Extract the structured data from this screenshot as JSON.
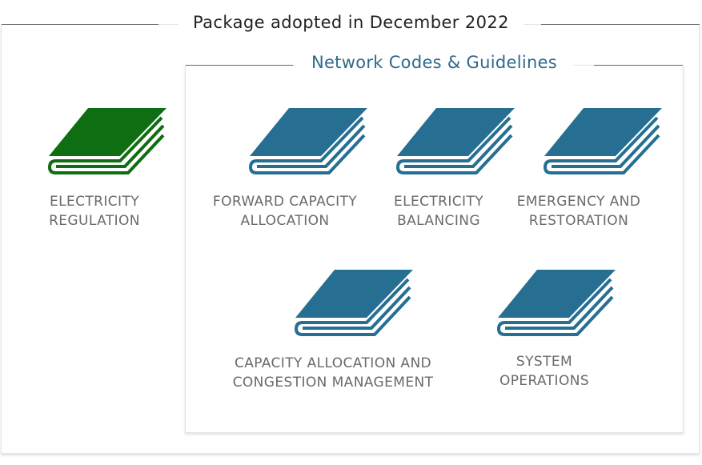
{
  "package_title": "Package adopted in December 2022",
  "network_title": "Network Codes & Guidelines",
  "colors": {
    "regulation": "#0f6e12",
    "network": "#266f93",
    "label_text": "#6a6a6a",
    "network_title": "#2f6a8a"
  },
  "regulation": {
    "line1": "ELECTRICITY",
    "line2": "REGULATION",
    "icon": "book-icon"
  },
  "network_codes": [
    {
      "line1": "FORWARD CAPACITY",
      "line2": "ALLOCATION",
      "icon": "book-icon"
    },
    {
      "line1": "ELECTRICITY",
      "line2": "BALANCING",
      "icon": "book-icon"
    },
    {
      "line1": "EMERGENCY AND",
      "line2": "RESTORATION",
      "icon": "book-icon"
    },
    {
      "line1": "CAPACITY ALLOCATION AND",
      "line2": "CONGESTION MANAGEMENT",
      "icon": "book-icon"
    },
    {
      "line1": "SYSTEM",
      "line2": "OPERATIONS",
      "icon": "book-icon"
    }
  ]
}
